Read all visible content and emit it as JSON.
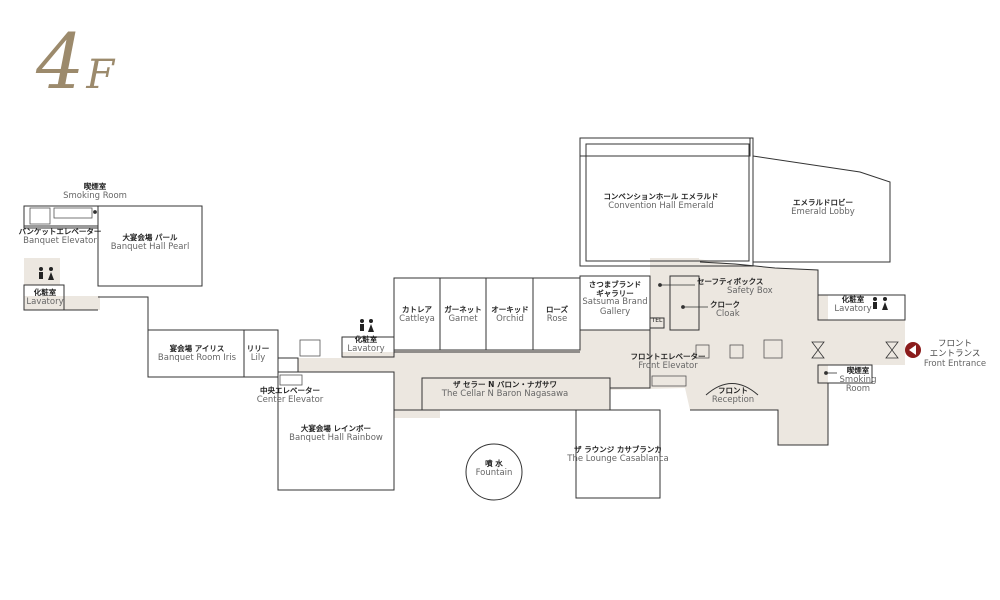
{
  "floor": {
    "number": "4",
    "letter": "F"
  },
  "colors": {
    "accent": "#9c8a6c",
    "corridor": "#ece7e0",
    "wall": "#333333",
    "entrance": "#8b1c1c"
  },
  "rooms": {
    "smoking_room_w": {
      "jp": "喫煙室",
      "en": "Smoking Room"
    },
    "banquet_elevator": {
      "jp": "バンケットエレベーター",
      "en": "Banquet Elevator"
    },
    "banquet_hall_pearl": {
      "jp": "大宴会場 パール",
      "en": "Banquet Hall Pearl"
    },
    "lavatory_w": {
      "jp": "化粧室",
      "en": "Lavatory"
    },
    "banquet_room_iris": {
      "jp": "宴会場 アイリス",
      "en": "Banquet Room Iris"
    },
    "lily": {
      "jp": "リリー",
      "en": "Lily"
    },
    "lavatory_c": {
      "jp": "化粧室",
      "en": "Lavatory"
    },
    "center_elevator": {
      "jp": "中央エレベーター",
      "en": "Center Elevator"
    },
    "banquet_hall_rainbow": {
      "jp": "大宴会場 レインボー",
      "en": "Banquet Hall Rainbow"
    },
    "cattleya": {
      "jp": "カトレア",
      "en": "Cattleya"
    },
    "garnet": {
      "jp": "ガーネット",
      "en": "Garnet"
    },
    "orchid": {
      "jp": "オーキッド",
      "en": "Orchid"
    },
    "rose": {
      "jp": "ローズ",
      "en": "Rose"
    },
    "satsuma_gallery": {
      "jp1": "さつまブランド",
      "jp2": "ギャラリー",
      "en1": "Satsuma Brand",
      "en2": "Gallery"
    },
    "tel": {
      "label": "TEL"
    },
    "the_cellar": {
      "jp": "ザ セラー N バロン・ナガサワ",
      "en": "The Cellar N  Baron Nagasawa"
    },
    "fountain": {
      "jp": "噴 水",
      "en": "Fountain"
    },
    "lounge_casablanca": {
      "jp": "ザ ラウンジ カサブランカ",
      "en": "The Lounge Casablanca"
    },
    "convention_hall": {
      "jp": "コンベンションホール エメラルド",
      "en": "Convention Hall Emerald"
    },
    "emerald_lobby": {
      "jp": "エメラルドロビー",
      "en": "Emerald Lobby"
    },
    "safety_box": {
      "jp": "セーフティボックス",
      "en": "Safety Box"
    },
    "cloak": {
      "jp": "クローク",
      "en": "Cloak"
    },
    "front_elevator": {
      "jp": "フロントエレベーター",
      "en": "Front Elevator"
    },
    "reception": {
      "jp": "フロント",
      "en": "Reception"
    },
    "lavatory_e": {
      "jp": "化粧室",
      "en": "Lavatory"
    },
    "smoking_room_e": {
      "jp": "喫煙室",
      "en1": "Smoking",
      "en2": "Room"
    },
    "front_entrance": {
      "jp1": "フロント",
      "jp2": "エントランス",
      "en": "Front Entrance"
    }
  }
}
